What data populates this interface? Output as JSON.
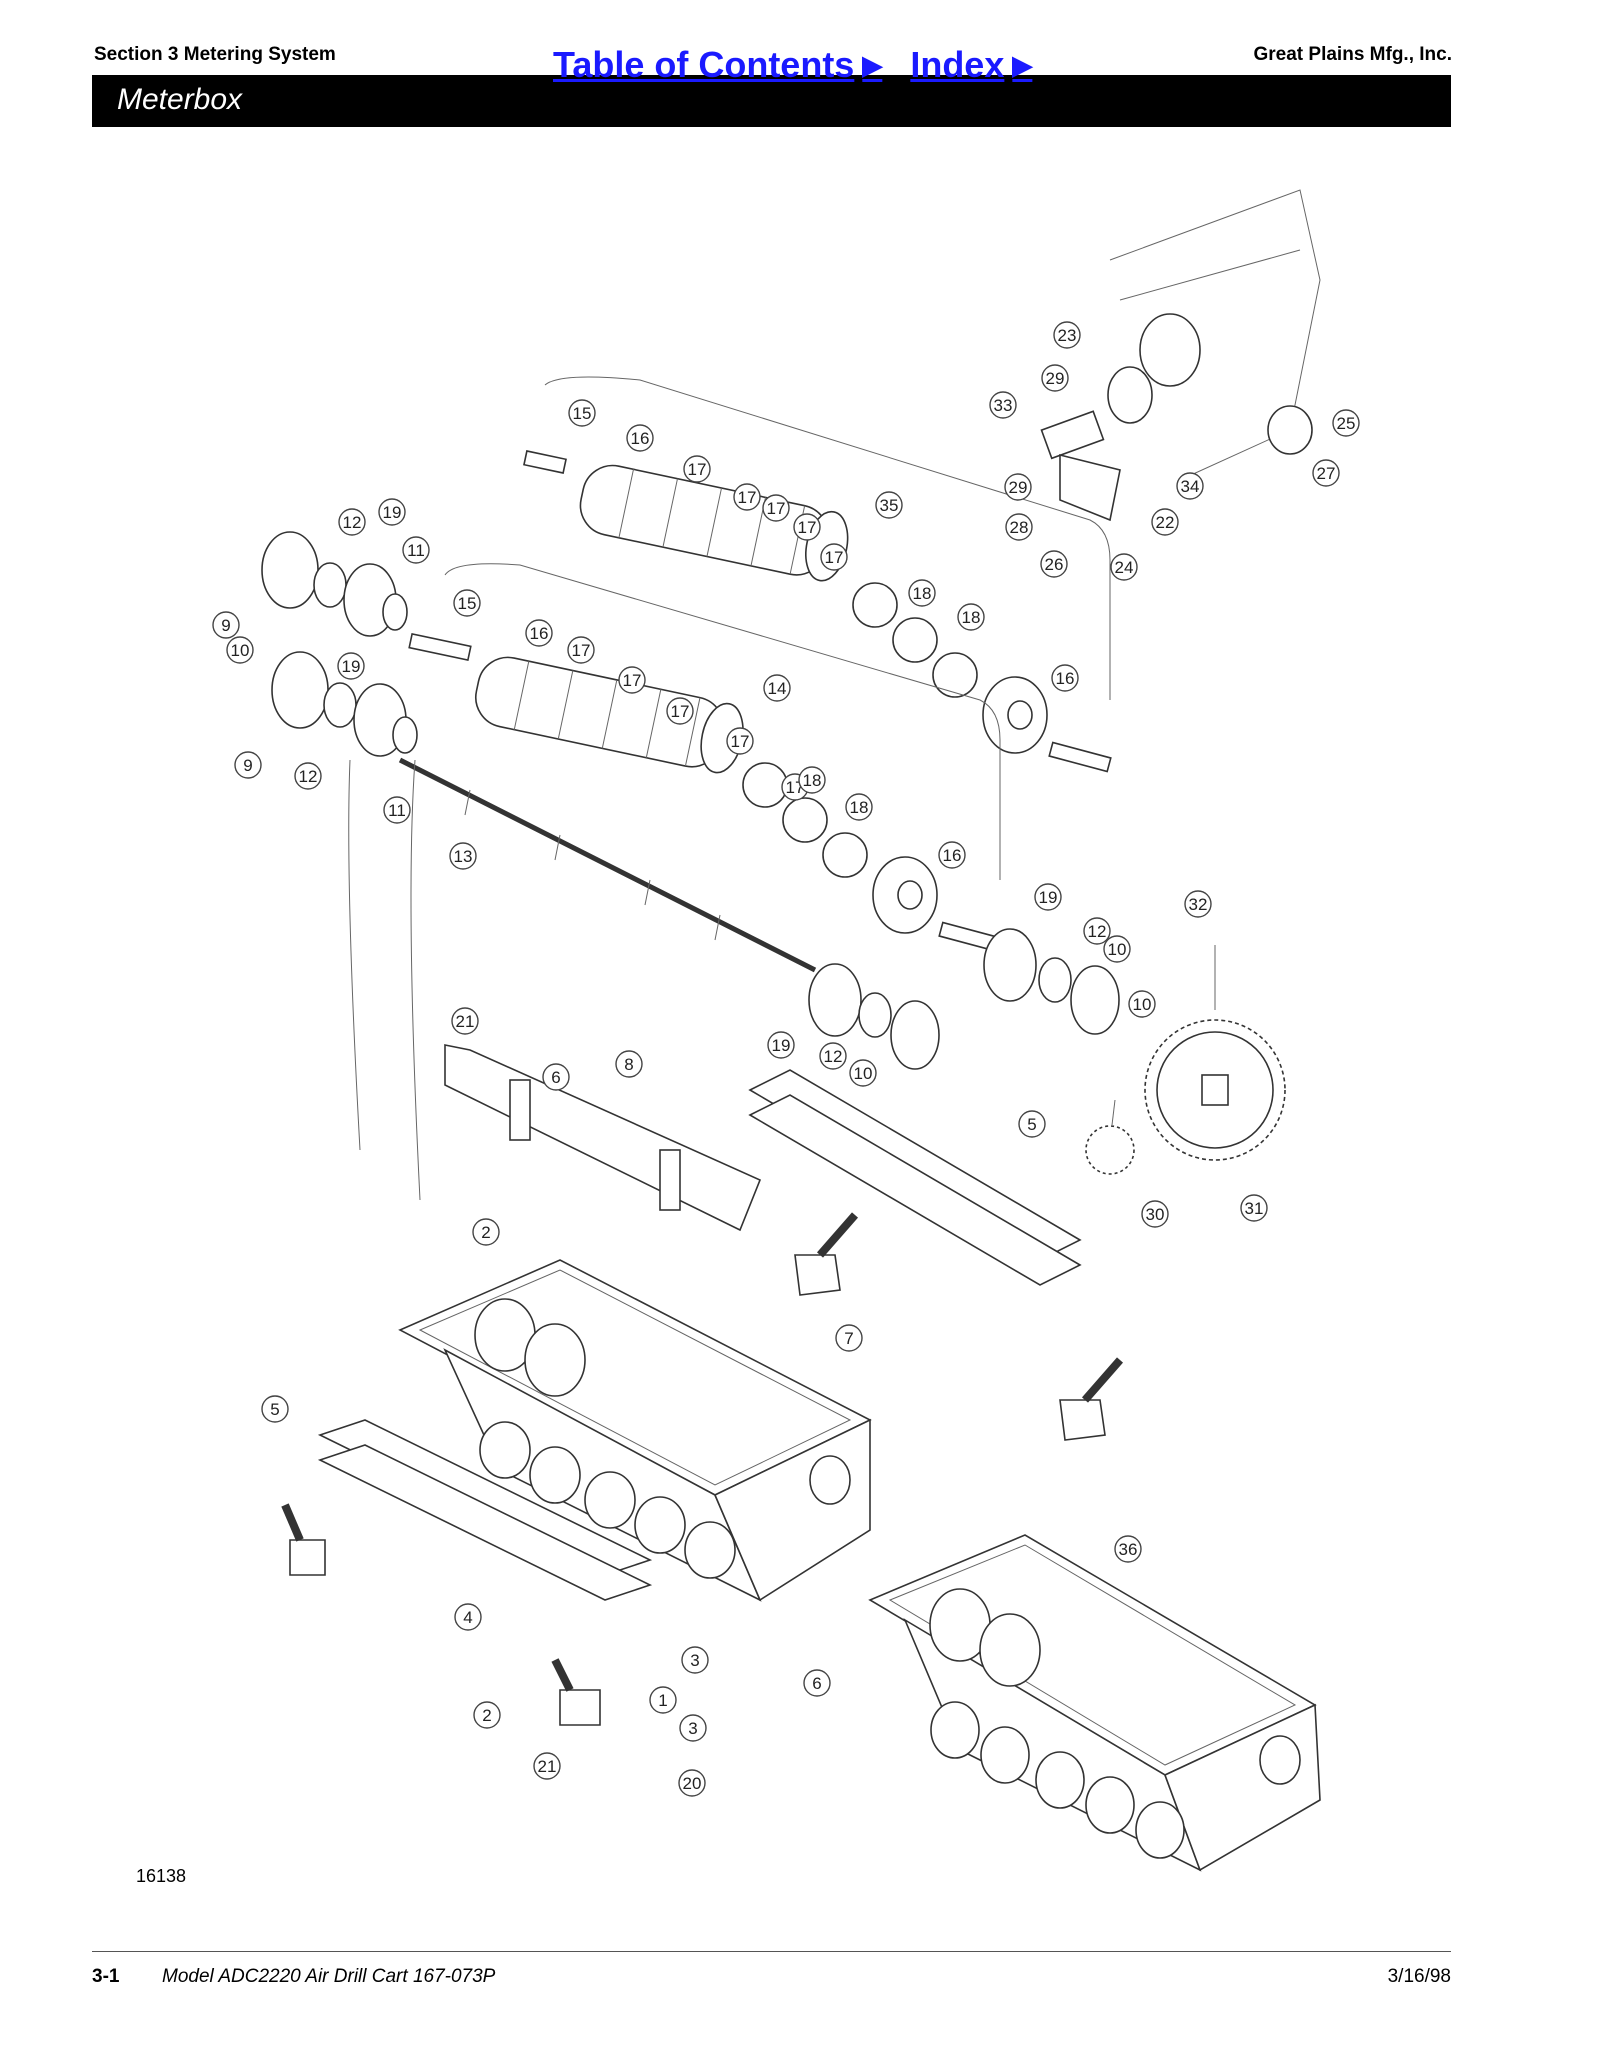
{
  "header": {
    "section": "Section 3 Metering System",
    "toc_link": "Table of Contents",
    "index_link": "Index",
    "company": "Great Plains Mfg., Inc.",
    "title": "Meterbox"
  },
  "figure": {
    "id": "16138",
    "callouts": [
      {
        "n": "1"
      },
      {
        "n": "2"
      },
      {
        "n": "2"
      },
      {
        "n": "3"
      },
      {
        "n": "3"
      },
      {
        "n": "4"
      },
      {
        "n": "5"
      },
      {
        "n": "5"
      },
      {
        "n": "6"
      },
      {
        "n": "6"
      },
      {
        "n": "7"
      },
      {
        "n": "8"
      },
      {
        "n": "9"
      },
      {
        "n": "9"
      },
      {
        "n": "10"
      },
      {
        "n": "10"
      },
      {
        "n": "10"
      },
      {
        "n": "10"
      },
      {
        "n": "11"
      },
      {
        "n": "11"
      },
      {
        "n": "12"
      },
      {
        "n": "12"
      },
      {
        "n": "12"
      },
      {
        "n": "12"
      },
      {
        "n": "13"
      },
      {
        "n": "14"
      },
      {
        "n": "15"
      },
      {
        "n": "15"
      },
      {
        "n": "16"
      },
      {
        "n": "16"
      },
      {
        "n": "16"
      },
      {
        "n": "16"
      },
      {
        "n": "17"
      },
      {
        "n": "17"
      },
      {
        "n": "17"
      },
      {
        "n": "17"
      },
      {
        "n": "17"
      },
      {
        "n": "17"
      },
      {
        "n": "17"
      },
      {
        "n": "17"
      },
      {
        "n": "17"
      },
      {
        "n": "17"
      },
      {
        "n": "18"
      },
      {
        "n": "18"
      },
      {
        "n": "18"
      },
      {
        "n": "18"
      },
      {
        "n": "19"
      },
      {
        "n": "19"
      },
      {
        "n": "19"
      },
      {
        "n": "19"
      },
      {
        "n": "20"
      },
      {
        "n": "21"
      },
      {
        "n": "21"
      },
      {
        "n": "22"
      },
      {
        "n": "23"
      },
      {
        "n": "24"
      },
      {
        "n": "25"
      },
      {
        "n": "26"
      },
      {
        "n": "27"
      },
      {
        "n": "28"
      },
      {
        "n": "29"
      },
      {
        "n": "29"
      },
      {
        "n": "30"
      },
      {
        "n": "31"
      },
      {
        "n": "32"
      },
      {
        "n": "33"
      },
      {
        "n": "34"
      },
      {
        "n": "35"
      },
      {
        "n": "36"
      }
    ]
  },
  "footer": {
    "page": "3-1",
    "model": "Model ADC2220 Air Drill Cart   167-073P",
    "date": "3/16/98"
  }
}
